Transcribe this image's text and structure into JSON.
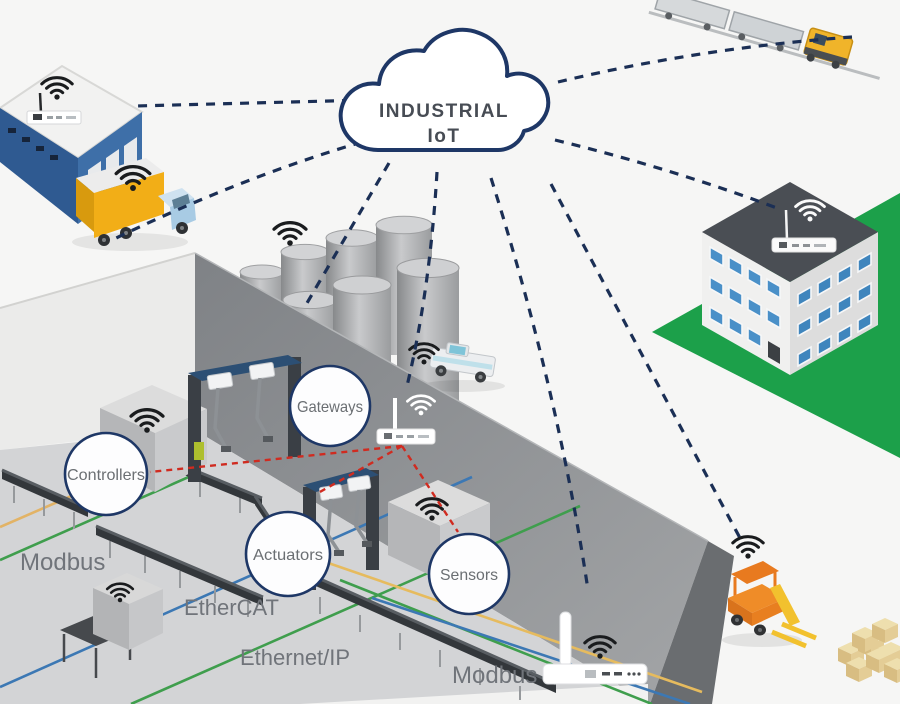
{
  "title": "Industrial IoT plant connectivity diagram",
  "cloud": {
    "line1": "INDUSTRIAL",
    "line2": "IoT"
  },
  "nodes": {
    "gateways": "Gateways",
    "controllers": "Controllers",
    "actuators": "Actuators",
    "sensors": "Sensors"
  },
  "protocols": {
    "modbus_upper": "Modbus",
    "ethercat": "EtherCAT",
    "ethernet_ip": "Ethernet/IP",
    "modbus_lower": "Modbus"
  },
  "diagram": {
    "cloud_links": [
      "warehouse",
      "delivery-truck",
      "silo-tanks",
      "factory-gateway",
      "plant-wifi-router",
      "forklift",
      "office-building",
      "freight-train"
    ],
    "gateway_links": [
      "controllers",
      "actuators",
      "sensors"
    ],
    "wifi_nodes": [
      "warehouse-router",
      "delivery-truck",
      "silo-tanks",
      "pickup-truck",
      "controller-cabinet",
      "sensor-cabinet",
      "io-cabinet",
      "gateway-router",
      "plant-wifi-router",
      "forklift",
      "office-building-router"
    ]
  },
  "colors": {
    "link_dash_navy": "#1b2f55",
    "cloud_outline": "#1e3766",
    "red_link": "#d02b20",
    "grass_green": "#1ca04a",
    "wall_gray": "#8e9194",
    "floor_gray": "#d3d4d6",
    "ethercat_line_blue": "#3c78b4",
    "ethernet_ip_line_green": "#3f9e4d",
    "modbus_line_yellow": "#e6bb5e",
    "forklift_orange": "#e87a1f",
    "truck_yellow": "#f2ae17",
    "window_blue": "#4a90c8"
  }
}
